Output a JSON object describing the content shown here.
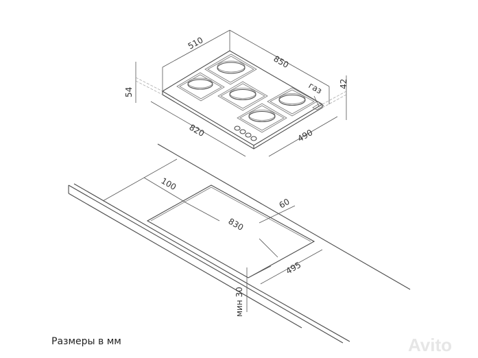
{
  "hob": {
    "width_total": "850",
    "depth_total": "510",
    "height_total": "54",
    "width_body": "820",
    "depth_body": "490",
    "height_body": "42",
    "gas_label": "газ",
    "burners": 5,
    "knobs": 4
  },
  "cutout": {
    "offset_back": "100",
    "width": "830",
    "offset_side": "60",
    "depth": "495",
    "min_thickness": "мин 30"
  },
  "caption": "Размеры в мм",
  "watermark": "Avito"
}
